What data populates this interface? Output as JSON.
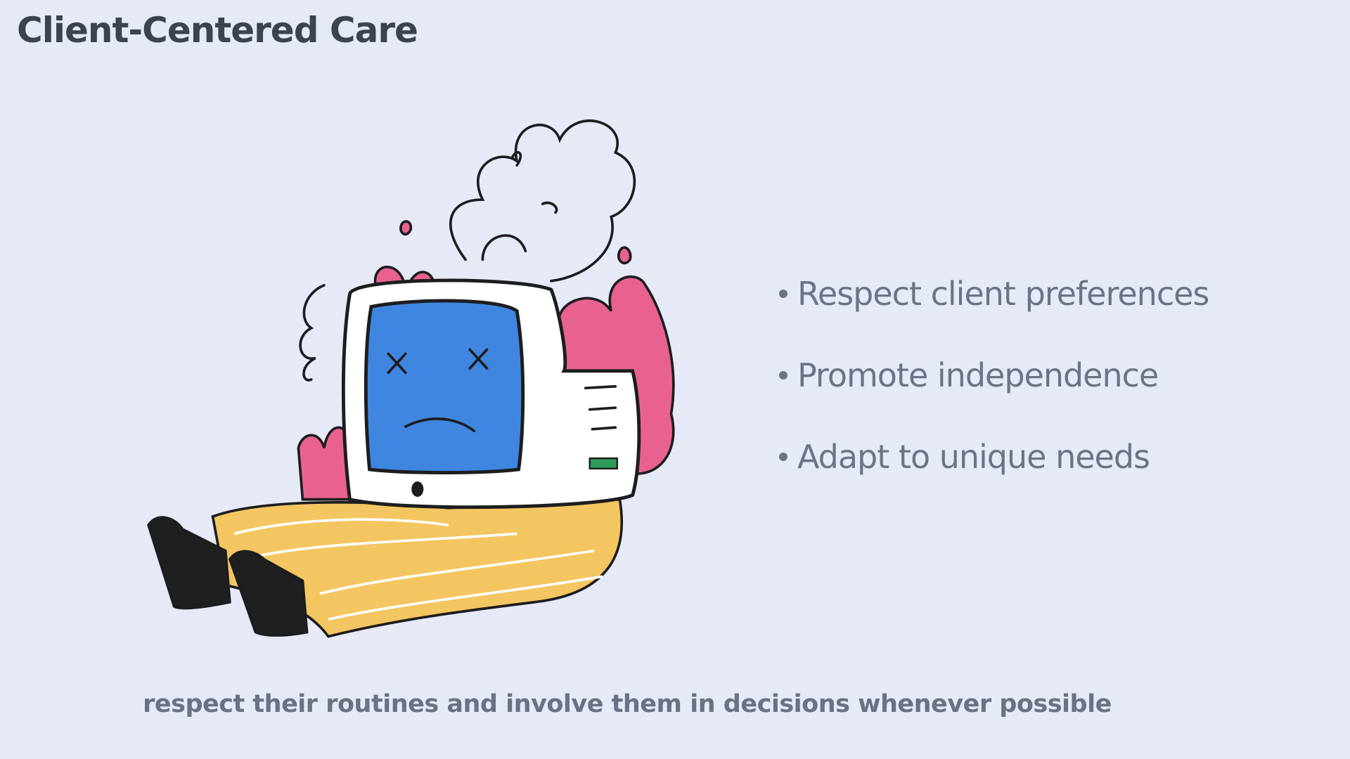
{
  "slide": {
    "title": "Client-Centered Care",
    "bullets": [
      "Respect client preferences",
      "Promote independence",
      "Adapt to unique needs"
    ],
    "caption": "respect their routines and involve them in decisions whenever possible"
  },
  "colors": {
    "background": "#e6eaf7",
    "screen": "#3f86e0",
    "flames": "#e9628f",
    "pants": "#f4c661",
    "outline": "#1d1d1f"
  }
}
